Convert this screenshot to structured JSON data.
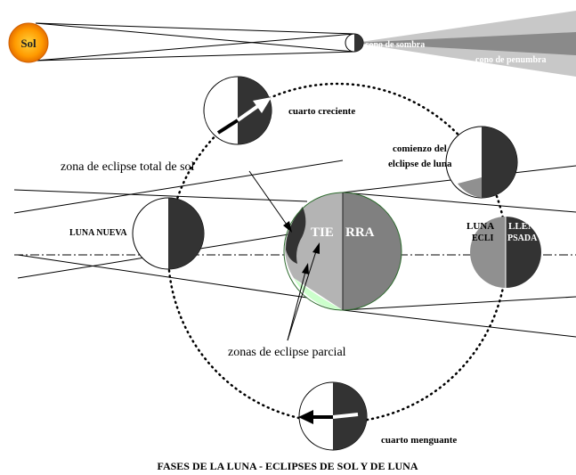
{
  "labels": {
    "sun": "Sol",
    "umbra_cone": "cono de sombra",
    "penumbra_cone": "cono de penumbra",
    "first_quarter": "cuarto creciente",
    "total_solar_eclipse_zone": "zona de eclipse total de sol",
    "lunar_eclipse_start_line1": "comienzo del",
    "lunar_eclipse_start_line2": "elclipse de luna",
    "new_moon": "LUNA NUEVA",
    "earth_left": "TIE",
    "earth_right": "RRA",
    "full_moon_line1_left": "LUNA",
    "full_moon_line1_right": "LLENA",
    "full_moon_line2_left": "ECLI",
    "full_moon_line2_right": "PSADA",
    "partial_eclipse_zones": "zonas de eclipse parcial",
    "last_quarter": "cuarto menguante",
    "caption": "FASES DE LA LUNA -  ECLIPSES DE SOL Y DE LUNA"
  },
  "colors": {
    "sun_fill": "#ff9900",
    "sun_core": "#ffcc33",
    "sun_stroke": "#d06000",
    "moon_dark": "#333333",
    "earth_night": "#808080",
    "earth_penumbra": "#b4b4b4",
    "earth_partial": "#ccffcc",
    "earth_outline": "#2e6b2e",
    "cone_penumbra": "#c8c8c8",
    "cone_umbra": "#808080"
  }
}
